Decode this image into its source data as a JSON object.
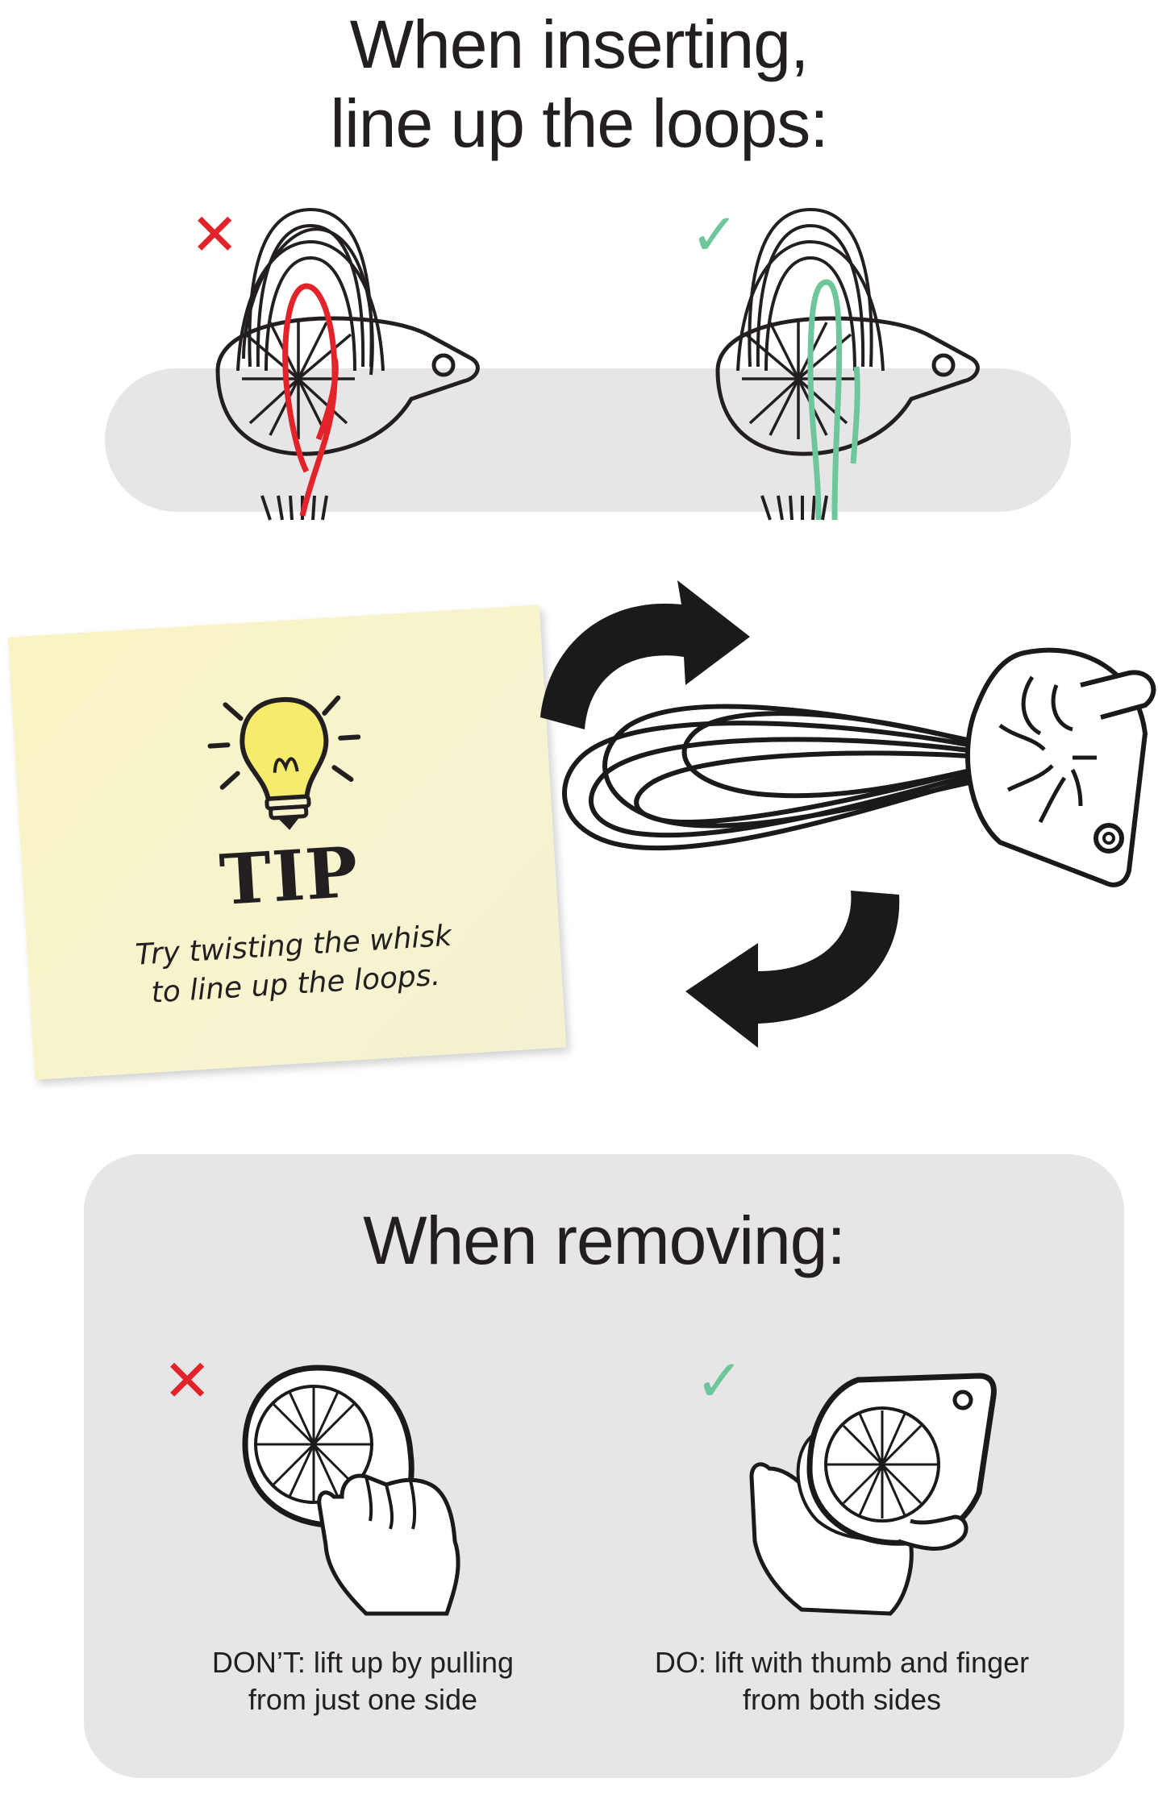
{
  "insert_section": {
    "title_line1": "When inserting,",
    "title_line2": "line up the loops:",
    "wrong_mark": "✕",
    "right_mark": "✓"
  },
  "tip": {
    "heading": "TIP",
    "line1": "Try twisting the whisk",
    "line2": "to line up the loops."
  },
  "remove_section": {
    "title": "When removing:",
    "wrong_mark": "✕",
    "right_mark": "✓",
    "dont_line1": "DON’T:  lift up by pulling",
    "dont_line2": "from just one side",
    "do_line1": "DO: lift with thumb and finger",
    "do_line2": "from both sides"
  },
  "colors": {
    "wrong": "#e2232a",
    "right": "#6ec69b",
    "band": "#e6e6e8",
    "note": "#f7f4cf",
    "ink": "#231f20"
  },
  "icons": [
    "cross-icon",
    "check-icon",
    "lightbulb-icon",
    "rotate-arrows-icon",
    "whisk-icon",
    "hand-icon"
  ]
}
